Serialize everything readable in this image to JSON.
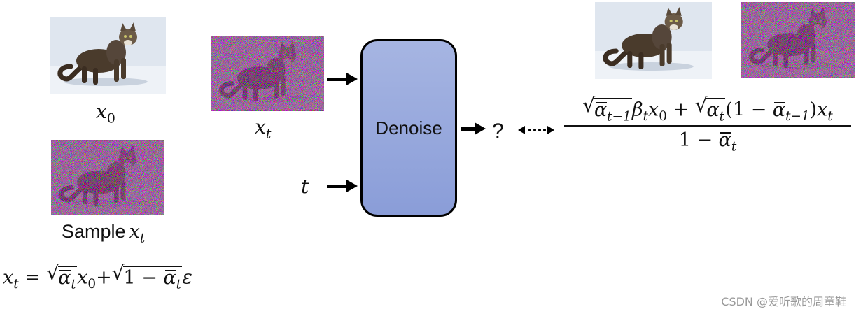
{
  "images": {
    "x0_cat": "clean-cat-image",
    "xt_noisy": "noisy-cat-image",
    "sample_noisy": "noisy-cat-image",
    "ref_clean": "clean-cat-image",
    "ref_noisy": "noisy-cat-image"
  },
  "labels": {
    "x0": {
      "base": "x",
      "sub": "0"
    },
    "xt": {
      "base": "x",
      "sub": "t"
    },
    "sample_prefix": "Sample",
    "sample_var": {
      "base": "x",
      "sub": "t"
    },
    "t_input": "t",
    "denoise": "Denoise",
    "question": "?"
  },
  "sample_equation": {
    "lhs_base": "x",
    "lhs_sub": "t",
    "eq": "=",
    "alpha": "α",
    "alpha_sub": "t",
    "x0_base": "x",
    "x0_sub": "0",
    "plus": "+",
    "one": "1",
    "minus": "−",
    "eps": "ε"
  },
  "target_formula": {
    "num": {
      "alpha1": "α",
      "alpha1_sub": "t−1",
      "beta": "β",
      "beta_sub": "t",
      "x0_base": "x",
      "x0_sub": "0",
      "plus": "+",
      "alpha2": "α",
      "alpha2_sub": "t",
      "paren_open": "(1 −",
      "alpha3": "α",
      "alpha3_sub": "t−1",
      "paren_close": ")",
      "xt_base": "x",
      "xt_sub": "t"
    },
    "den": {
      "one_minus": "1 −",
      "alpha": "α",
      "alpha_sub": "t"
    }
  },
  "watermark": "CSDN @爱听歌的周童鞋",
  "colors": {
    "denoise_fill_top": "#a6b5e2",
    "denoise_fill_bottom": "#8a9dd8",
    "snow": "#e9edf3",
    "cat": "#4a3b2c"
  }
}
